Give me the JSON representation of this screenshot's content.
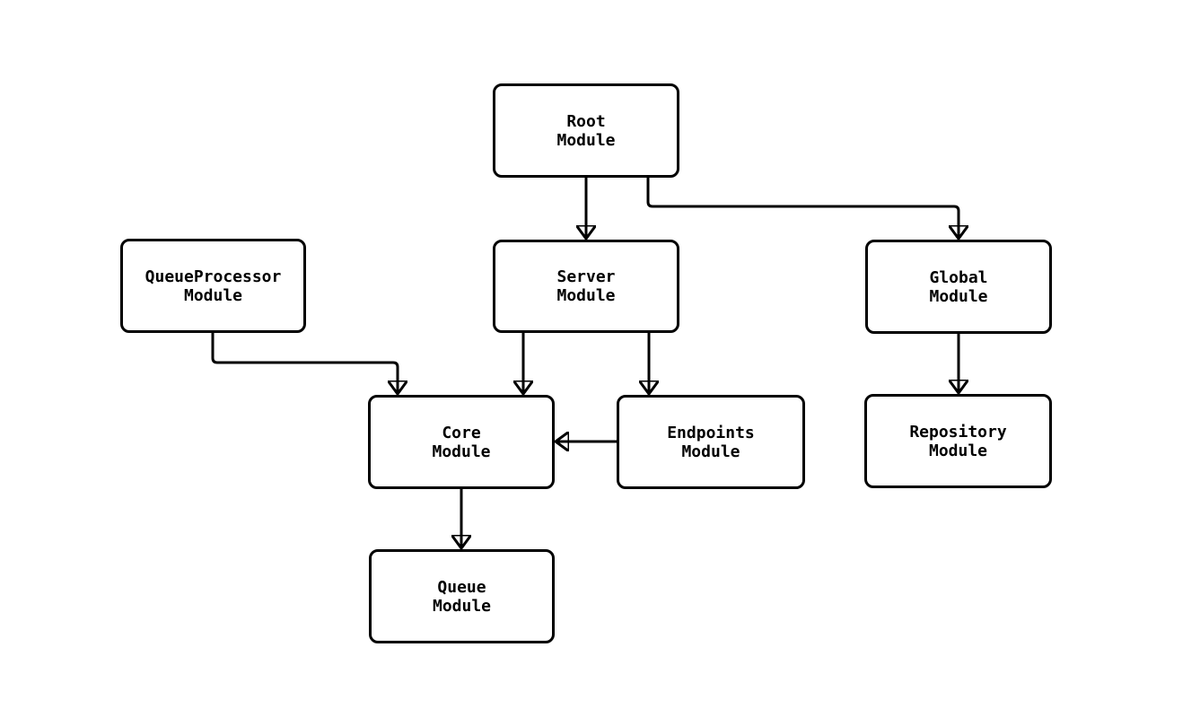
{
  "diagram": {
    "type": "flowchart",
    "background_color": "#ffffff",
    "node_style": {
      "fill_color": "#ffffff",
      "border_color": "#000000",
      "text_color": "#000000",
      "edge_color": "#000000"
    },
    "nodes": {
      "root": {
        "label": "Root\nModule"
      },
      "queue_processor": {
        "label": "QueueProcessor\nModule"
      },
      "server": {
        "label": "Server\nModule"
      },
      "global": {
        "label": "Global\nModule"
      },
      "core": {
        "label": "Core\nModule"
      },
      "endpoints": {
        "label": "Endpoints\nModule"
      },
      "repository": {
        "label": "Repository\nModule"
      },
      "queue": {
        "label": "Queue\nModule"
      }
    },
    "edges": [
      {
        "from": "Root Module",
        "to": "Server Module"
      },
      {
        "from": "Root Module",
        "to": "Global Module"
      },
      {
        "from": "QueueProcessor Module",
        "to": "Core Module"
      },
      {
        "from": "Server Module",
        "to": "Core Module"
      },
      {
        "from": "Server Module",
        "to": "Endpoints Module"
      },
      {
        "from": "Endpoints Module",
        "to": "Core Module"
      },
      {
        "from": "Global Module",
        "to": "Repository Module"
      },
      {
        "from": "Core Module",
        "to": "Queue Module"
      }
    ]
  }
}
